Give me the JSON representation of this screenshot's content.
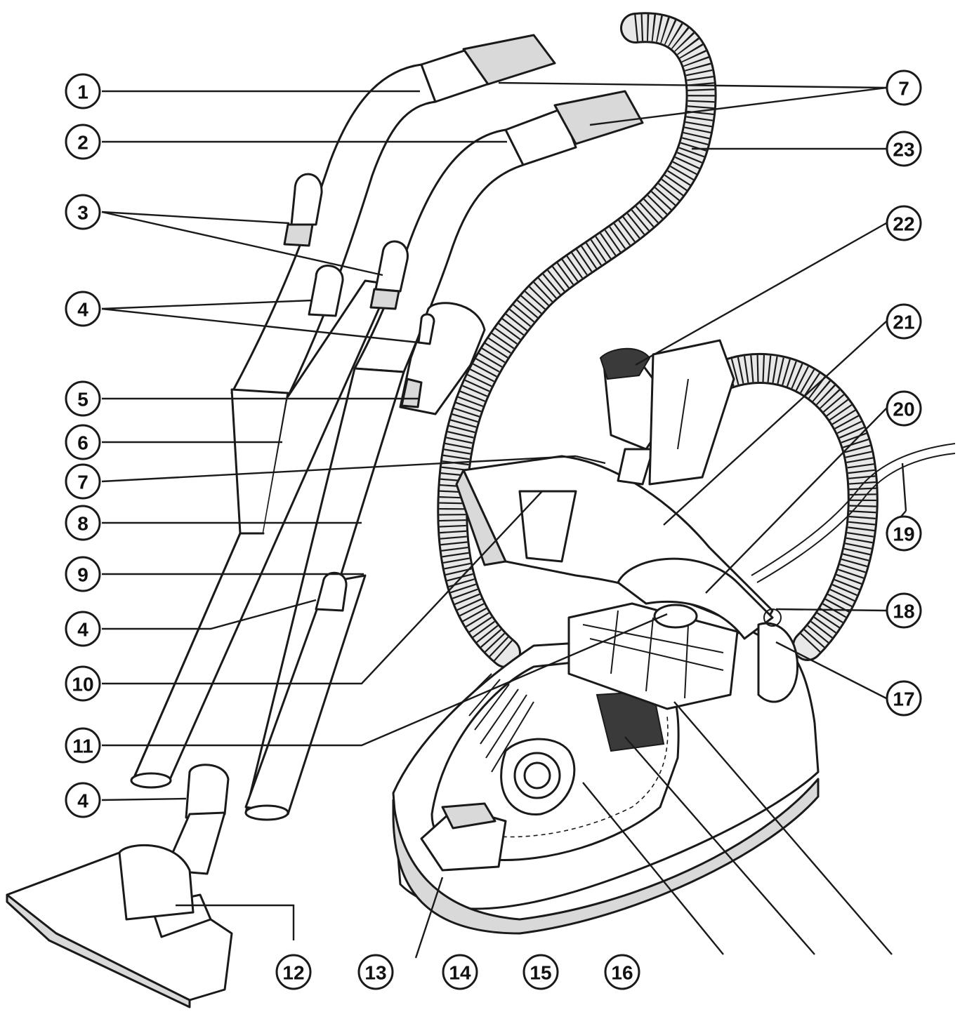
{
  "callouts": [
    {
      "id": "c1",
      "label": "1"
    },
    {
      "id": "c2",
      "label": "2"
    },
    {
      "id": "c3",
      "label": "3"
    },
    {
      "id": "c4a",
      "label": "4"
    },
    {
      "id": "c5",
      "label": "5"
    },
    {
      "id": "c6",
      "label": "6"
    },
    {
      "id": "c7b",
      "label": "7"
    },
    {
      "id": "c8",
      "label": "8"
    },
    {
      "id": "c9",
      "label": "9"
    },
    {
      "id": "c4b",
      "label": "4"
    },
    {
      "id": "c10",
      "label": "10"
    },
    {
      "id": "c11",
      "label": "11"
    },
    {
      "id": "c4c",
      "label": "4"
    },
    {
      "id": "c12",
      "label": "12"
    },
    {
      "id": "c13",
      "label": "13"
    },
    {
      "id": "c14",
      "label": "14"
    },
    {
      "id": "c15",
      "label": "15"
    },
    {
      "id": "c16",
      "label": "16"
    },
    {
      "id": "c7a",
      "label": "7"
    },
    {
      "id": "c23",
      "label": "23"
    },
    {
      "id": "c22",
      "label": "22"
    },
    {
      "id": "c21",
      "label": "21"
    },
    {
      "id": "c20",
      "label": "20"
    },
    {
      "id": "c19",
      "label": "19"
    },
    {
      "id": "c18",
      "label": "18"
    },
    {
      "id": "c17",
      "label": "17"
    }
  ]
}
